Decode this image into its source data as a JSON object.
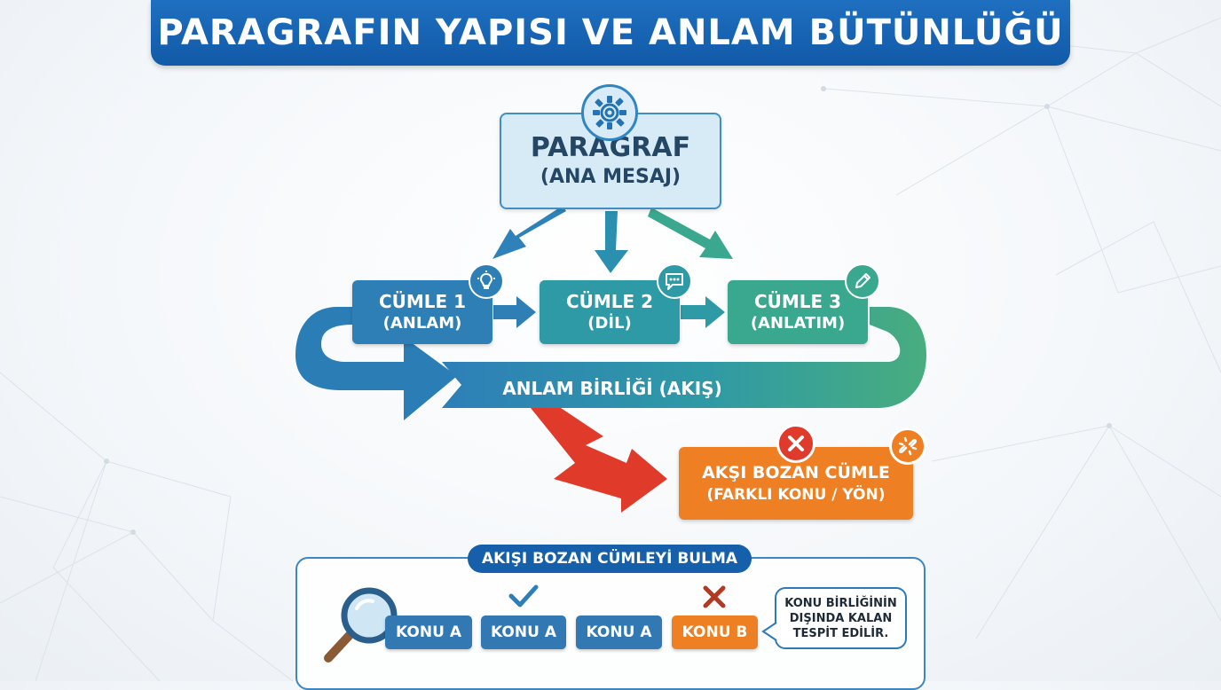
{
  "title": "PARAGRAFIN YAPISI VE ANLAM BÜTÜNLÜĞÜ",
  "paragraph": {
    "title": "PARAGRAF",
    "subtitle": "(ANA MESAJ)",
    "icon": "gear-icon"
  },
  "sentences": [
    {
      "title": "CÜMLE 1",
      "subtitle": "(ANLAM)",
      "icon": "lightbulb-icon",
      "color": "#2e7fb5"
    },
    {
      "title": "CÜMLE 2",
      "subtitle": "(DİL)",
      "icon": "speech-bubble-icon",
      "color": "#2d9aa6"
    },
    {
      "title": "CÜMLE 3",
      "subtitle": "(ANLATIM)",
      "icon": "pencil-icon",
      "color": "#3aa78f"
    }
  ],
  "flow_label": "ANLAM BİRLİĞİ (AKIŞ)",
  "breaking_sentence": {
    "title": "AKŞI BOZAN CÜMLE",
    "subtitle": "(FARKLI KONU / YÖN)",
    "icons": [
      "cross-icon",
      "broken-link-icon"
    ],
    "color": "#ee7f22"
  },
  "finder": {
    "title": "AKIŞI BOZAN CÜMLEYİ BULMA",
    "topics": [
      {
        "label": "KONU A",
        "mark": ""
      },
      {
        "label": "KONU A",
        "mark": "check"
      },
      {
        "label": "KONU A",
        "mark": ""
      },
      {
        "label": "KONU B",
        "mark": "cross"
      }
    ],
    "note_lines": [
      "KONU BİRLİĞİNİN",
      "DIŞINDA KALAN",
      "TESPİT EDİLİR."
    ],
    "icon": "magnifier-icon"
  }
}
